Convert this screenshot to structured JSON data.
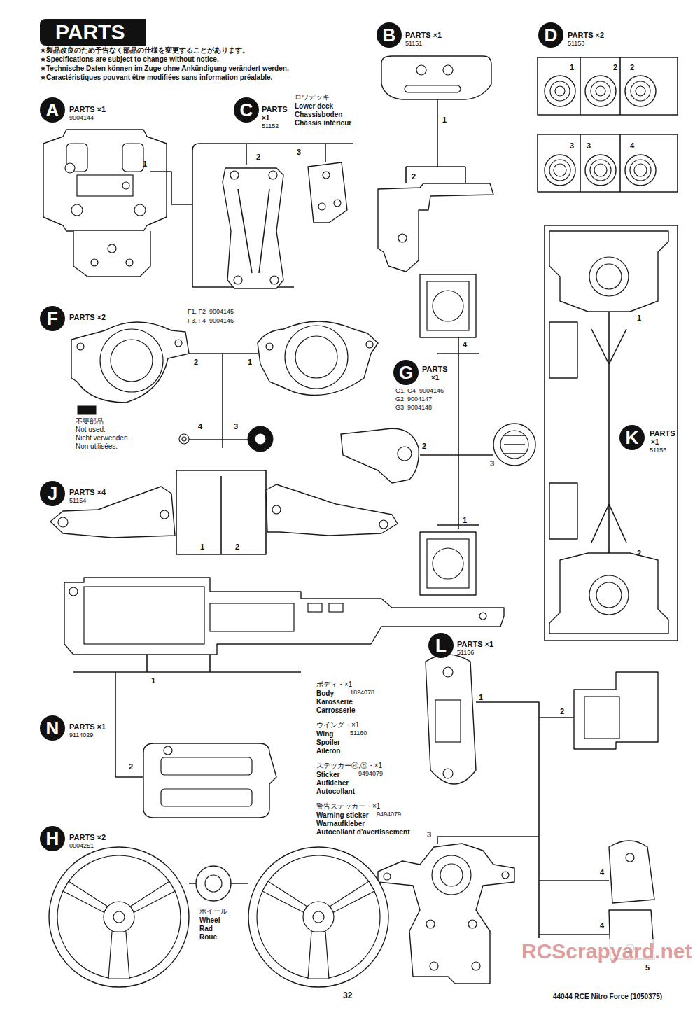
{
  "diagram": {
    "title": "PARTS",
    "nodes": [
      {
        "text": [
          "A"
        ]
      },
      {
        "text": [
          "C"
        ]
      },
      {
        "text": [
          "B"
        ]
      },
      {
        "text": [
          "D"
        ]
      },
      {
        "text": [
          "F"
        ]
      },
      {
        "text": [
          "G"
        ]
      },
      {
        "text": [
          "K"
        ]
      },
      {
        "text": [
          "J"
        ]
      },
      {
        "text": [
          "N"
        ]
      },
      {
        "text": [
          "L"
        ]
      },
      {
        "text": [
          "H"
        ]
      }
    ],
    "labels": [
      "★製品改良のため予告なく部品の仕様を変更することがあります。",
      "★Specifications are subject to change without notice.",
      "★Technische Daten können im Zuge ohne Ankündigung verändert werden.",
      "★Caractéristiques pouvant être modifiées sans information préalable.",
      "PARTS ×1",
      "9004144",
      "1",
      "PARTS",
      "×1",
      "51152",
      "ロワデッキ",
      "Lower deck",
      "Chassisboden",
      "Châssis inférieur",
      "2",
      "3",
      "PARTS ×1",
      "51151",
      "1",
      "2",
      "PARTS ×2",
      "51153",
      "1",
      "2",
      "2",
      "3",
      "3",
      "4",
      "PARTS ×2",
      "F1, F2  9004145",
      "F3, F4  9004146",
      "2",
      "1",
      "4",
      "3",
      "不要部品",
      "Not used.",
      "Nicht verwenden.",
      "Non utilisées.",
      "PARTS",
      "×1",
      "G1, G4  9004146",
      "G2  9004147",
      "G3  9004148",
      "4",
      "2",
      "3",
      "1",
      "PARTS",
      "×1",
      "51155",
      "1",
      "2",
      "PARTS ×4",
      "51154",
      "1",
      "2",
      "PARTS ×1",
      "9114029",
      "1",
      "2",
      "ボディ・×1",
      "Body",
      "Karosserie",
      "Carrosserie",
      "1824078",
      "ウイング・×1",
      "Wing",
      "Spoiler",
      "Aileron",
      "51160",
      "ステッカーⓐ,ⓑ・×1",
      "Sticker",
      "Aufkleber",
      "Autocollant",
      "9494079",
      "警告ステッカー・×1",
      "Warning sticker",
      "9494079",
      "Warnaufkleber",
      "Autocollant d'avertissement",
      "PARTS ×1",
      "51156",
      "1",
      "2",
      "3",
      "4",
      "4",
      "5",
      "PARTS ×2",
      "0004251",
      "ホイール",
      "Wheel",
      "Rad",
      "Roue",
      "RCScrapyard.net",
      "32",
      "44044 RCE Nitro Force (1050375)"
    ]
  }
}
